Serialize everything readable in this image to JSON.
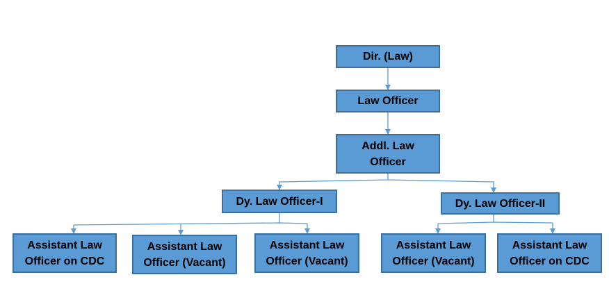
{
  "colors": {
    "box_fill": "#5b9bd5",
    "box_border": "#3d6f9d",
    "connector": "#5b9bd5",
    "text": "#000000"
  },
  "nodes": {
    "dir_law": "Dir. (Law)",
    "law_officer": "Law Officer",
    "addl_law_officer": "Addl. Law Officer",
    "dy_law_officer_1": "Dy. Law Officer-I",
    "dy_law_officer_2": "Dy. Law Officer-II",
    "asst_1": "Assistant Law Officer on CDC",
    "asst_2": "Assistant Law Officer (Vacant)",
    "asst_3": "Assistant Law Officer (Vacant)",
    "asst_4": "Assistant Law Officer (Vacant)",
    "asst_5": "Assistant Law Officer on CDC"
  }
}
